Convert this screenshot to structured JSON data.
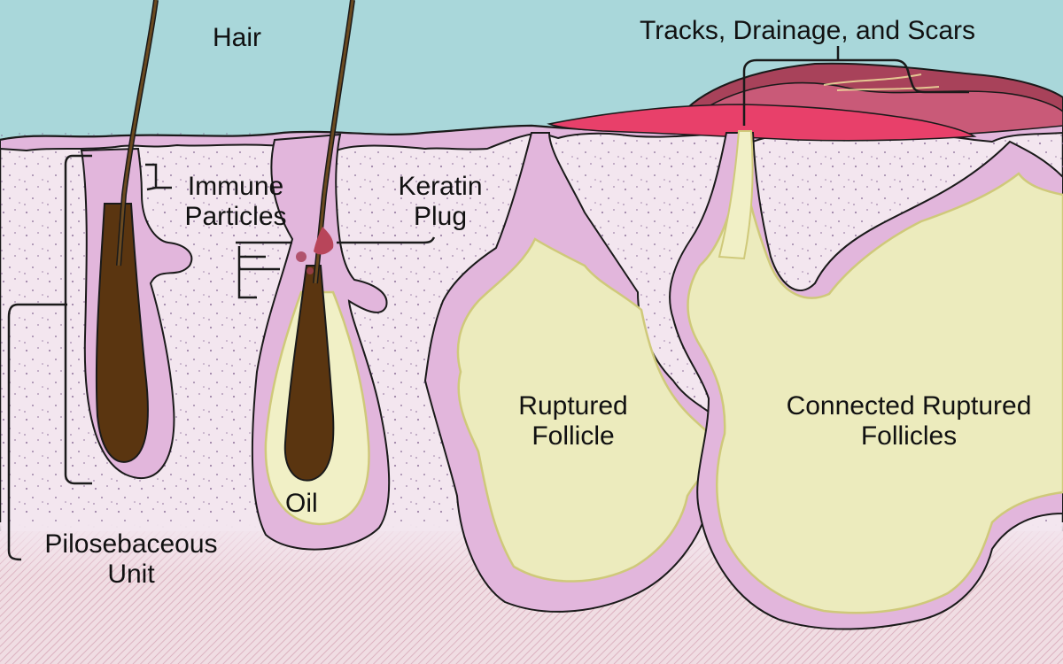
{
  "labels": {
    "hair": "Hair",
    "tracks": "Tracks, Drainage, and Scars",
    "immune_line1": "Immune",
    "immune_line2": "Particles",
    "keratin_line1": "Keratin",
    "keratin_line2": "Plug",
    "oil": "Oil",
    "pilo_line1": "Pilosebaceous",
    "pilo_line2": "Unit",
    "ruptured_line1": "Ruptured",
    "ruptured_line2": "Follicle",
    "connected_line1": "Connected Ruptured",
    "connected_line2": "Follicles"
  },
  "colors": {
    "sky": "#a9d7da",
    "dermis": "#f3e6ef",
    "deep_dermis": "#ead0d8",
    "follicle_wall": "#e2b6dc",
    "hair": "#5a3510",
    "oil": "#f1f0c6",
    "pus": "#ecebbd",
    "scar_dark": "#a8425a",
    "scar_mid": "#c95a78",
    "scar_bright": "#e8406a",
    "outline": "#1a1a1a"
  }
}
